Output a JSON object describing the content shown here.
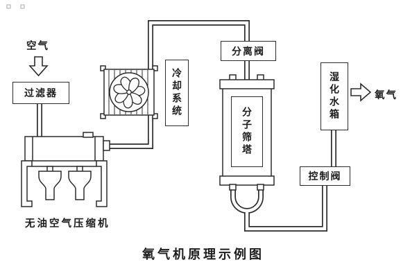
{
  "diagram": {
    "title": "氧气机原理示例图",
    "nodes": {
      "air": "空气",
      "filter": "过滤器",
      "compressor": "无油空气压缩机",
      "cooling_system": "冷却系统",
      "separation_valve": "分离阀",
      "molecular_sieve": "分子筛塔",
      "humidifier_tank": "湿化水箱",
      "control_valve": "控制阀",
      "oxygen": "氧气"
    },
    "colors": {
      "line": "#2b2b2b",
      "background": "#ffffff"
    }
  }
}
